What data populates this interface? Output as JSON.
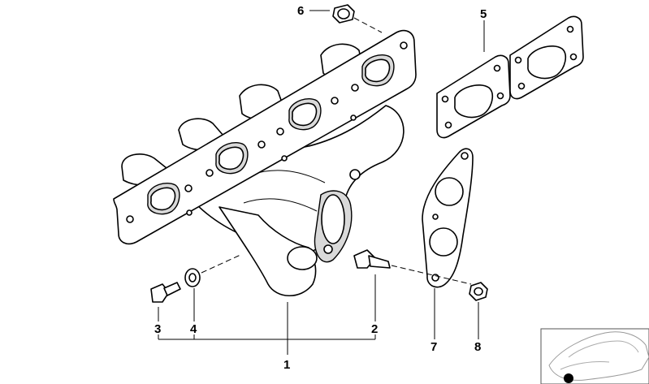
{
  "callouts": {
    "c1": "1",
    "c2": "2",
    "c3": "3",
    "c4": "4",
    "c5": "5",
    "c6": "6",
    "c7": "7",
    "c8": "8"
  },
  "colors": {
    "line": "#000000",
    "background": "#ffffff",
    "shade": "#d9d9d9"
  }
}
